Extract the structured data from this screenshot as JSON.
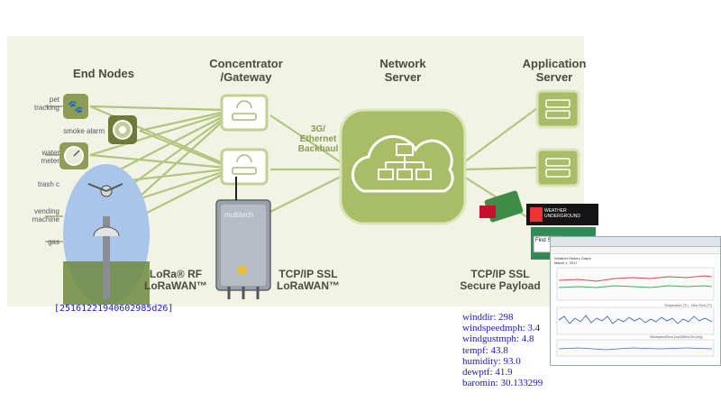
{
  "columns": {
    "end_nodes": "End Nodes",
    "gateway": "Concentrator\n/Gateway",
    "network_server": "Network\nServer",
    "app_server": "Application\nServer"
  },
  "node_labels": {
    "pet": "pet\ntracking",
    "smoke": "smoke alarm",
    "water": "water\nmeter",
    "trash": "trash c",
    "vending": "vending\nmachine",
    "gas": "gas"
  },
  "backhaul": "3G/\nEthernet\nBackhaul",
  "bottom_labels": {
    "lora_rf": "LoRa® RF\nLoRaWAN™",
    "tcp_gw": "TCP/IP SSL\nLoRaWAN™",
    "tcp_app": "TCP/IP SSL\nSecure Payload"
  },
  "gateway_brand": "multitech",
  "station_id": "[25161221940602985d26]",
  "weather_underground": {
    "logo_line1": "WEATHER",
    "logo_line2": "UNDERGROUND",
    "tab_label": "Find St"
  },
  "browser": {
    "title": "Weather History Graph",
    "date": "March 1, 2017",
    "legend": [
      "Temperature (°F)",
      "Dew Point (°F)",
      "Windspeed/Gust (mph)",
      "Wind Dir (deg)"
    ]
  },
  "readings": [
    "winddir: 298",
    "windspeedmph: 3.4",
    "windgustmph: 4.8",
    "tempf: 43.8",
    "humidity: 93.0",
    "dewptf: 41.9",
    "baromin: 30.133299"
  ],
  "colors": {
    "line_green": "#a6b86a",
    "box_green": "#aec06e",
    "panel_bg": "#f1f4e4",
    "text_blue": "#1818c8"
  }
}
